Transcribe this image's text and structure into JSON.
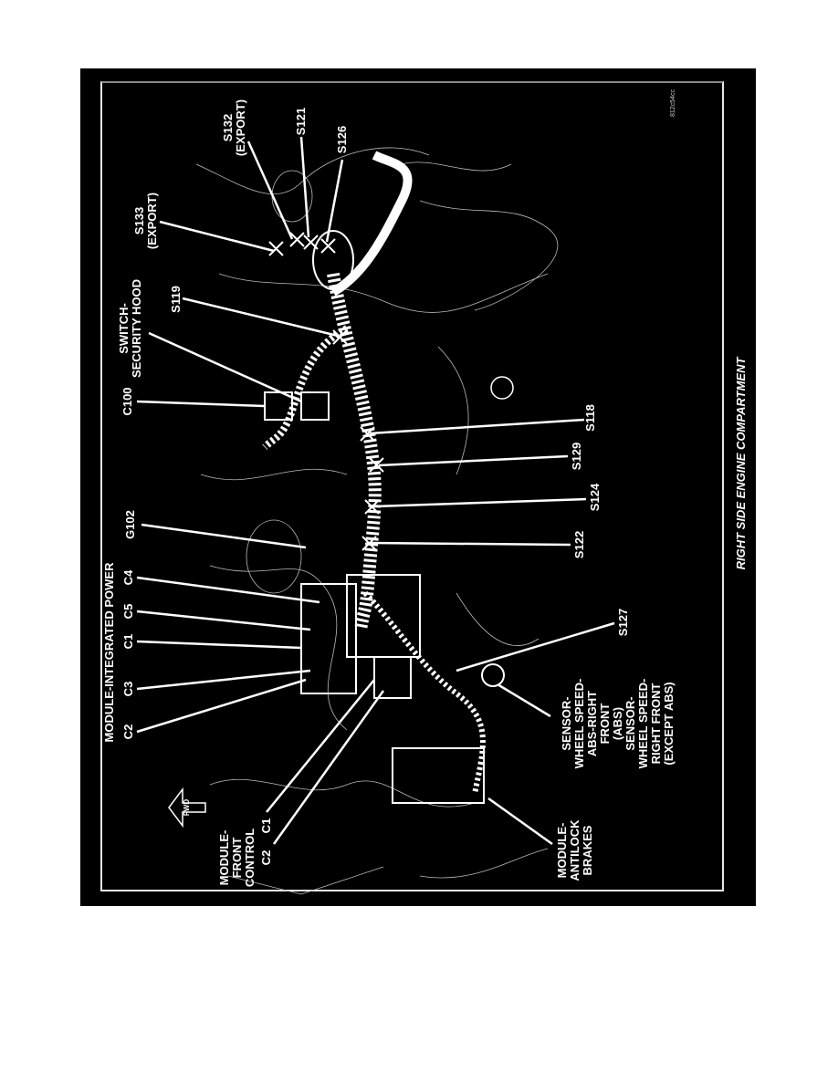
{
  "figure": {
    "caption": "RIGHT SIDE ENGINE COMPARTMENT",
    "figure_id": "812c54cc",
    "colors": {
      "background": "#000000",
      "lines": "#ffffff",
      "page": "#ffffff"
    }
  },
  "labels": {
    "module_integrated_power": "MODULE-INTEGRATED POWER",
    "ipm_c2": "C2",
    "ipm_c3": "C3",
    "ipm_c1": "C1",
    "ipm_c5": "C5",
    "ipm_c4": "C4",
    "g102": "G102",
    "c100": "C100",
    "switch_security_hood": "SWITCH-\nSECURITY HOOD",
    "s119": "S119",
    "s133": "S133\n(EXPORT)",
    "s132": "S132\n(EXPORT)",
    "s121": "S121",
    "s126": "S126",
    "s118": "S118",
    "s129": "S129",
    "s124": "S124",
    "s122": "S122",
    "s127": "S127",
    "sensor_wheel_speed": "SENSOR-\nWHEEL SPEED-\nABS-RIGHT\nFRONT\n(ABS)\nSENSOR-\nWHEEL SPEED-\nRIGHT FRONT\n(EXCEPT ABS)",
    "module_antilock_brakes": "MODULE-\nANTILOCK\nBRAKES",
    "module_front_control": "MODULE-\nFRONT\nCONTROL",
    "fcm_c1": "C1",
    "fcm_c2": "C2",
    "fwd": "FWD"
  }
}
